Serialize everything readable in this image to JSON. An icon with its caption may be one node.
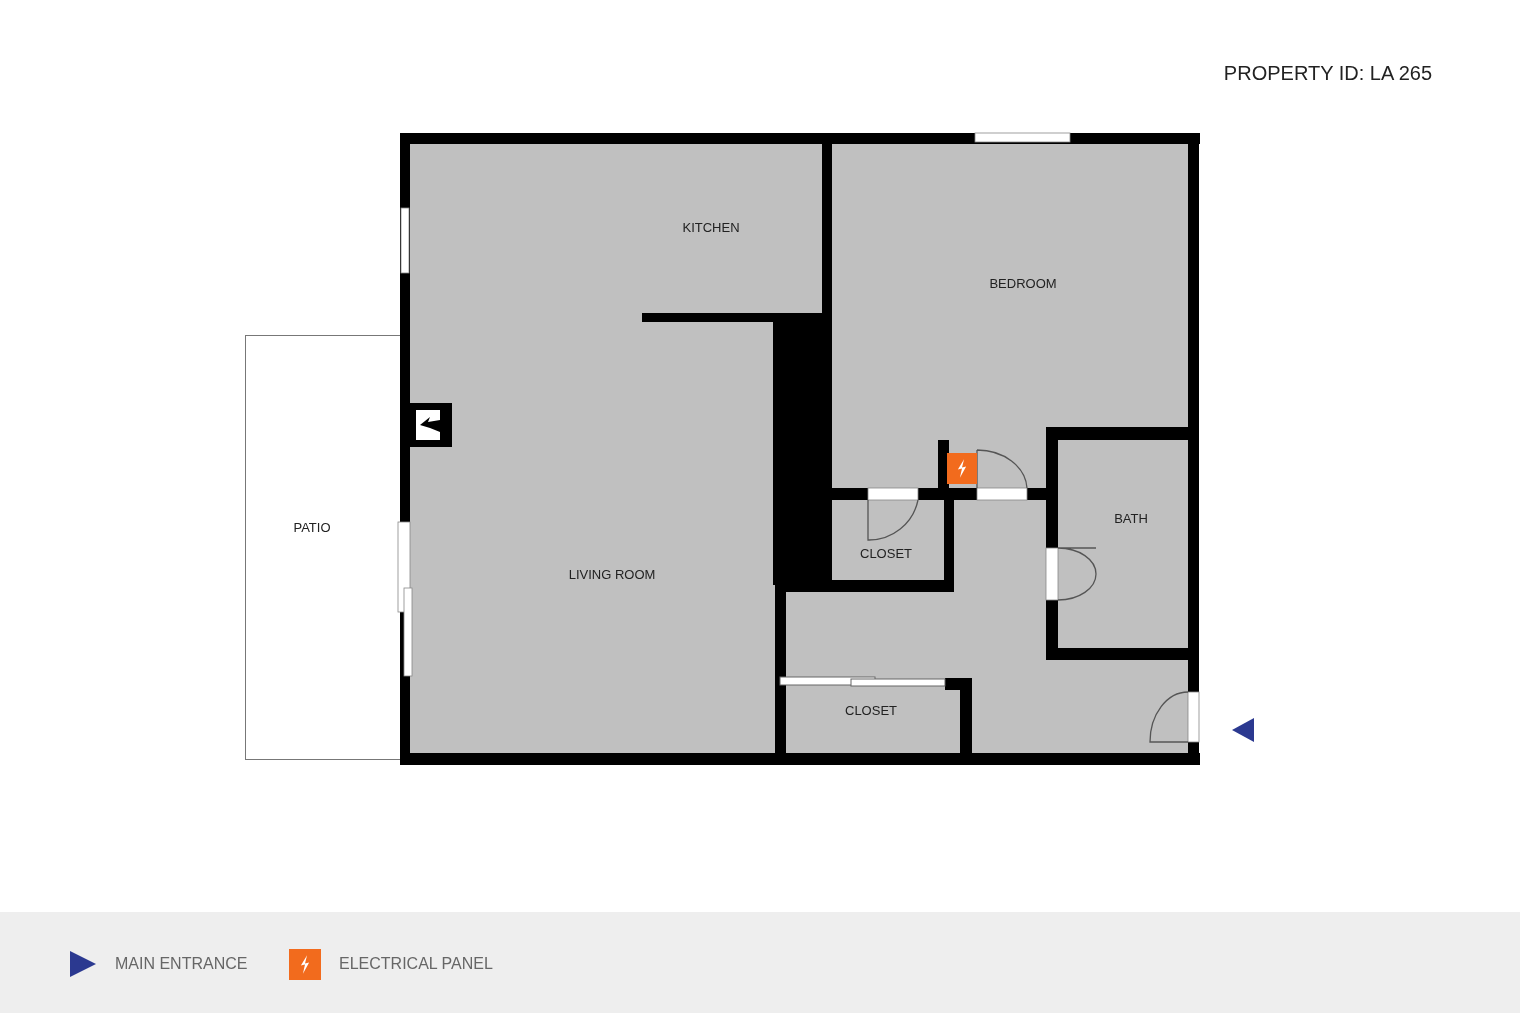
{
  "diagram": {
    "labels": [
      "PROPERTY ID: LA 265",
      "KITCHEN",
      "BEDROOM",
      "PATIO",
      "BATH",
      "LIVING ROOM",
      "CLOSET",
      "CLOSET"
    ],
    "legend": [
      {
        "text": "MAIN ENTRANCE"
      },
      {
        "text": "ELECTRICAL PANEL"
      }
    ]
  }
}
